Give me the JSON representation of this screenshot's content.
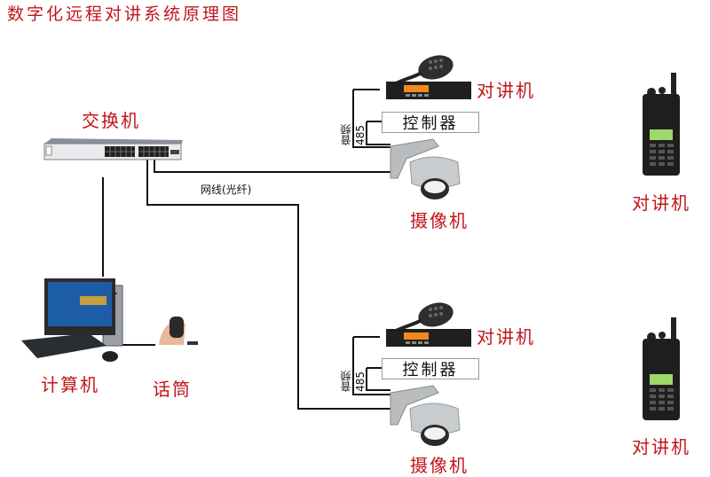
{
  "title": "数字化远程对讲系统原理图",
  "labels": {
    "switch": "交换机",
    "computer": "计算机",
    "microphone": "话筒",
    "network_cable": "网线(光纤)",
    "site1": {
      "radio": "对讲机",
      "controller": "控制器",
      "camera": "摄像机",
      "audio": "音频",
      "rs485": "485"
    },
    "site2": {
      "radio": "对讲机",
      "controller": "控制器",
      "camera": "摄像机",
      "audio": "音频",
      "rs485": "485"
    },
    "handheld1": "对讲机",
    "handheld2": "对讲机"
  },
  "colors": {
    "label_red": "#c0151b",
    "wire": "#111111",
    "lcd": "#f08a1c"
  }
}
